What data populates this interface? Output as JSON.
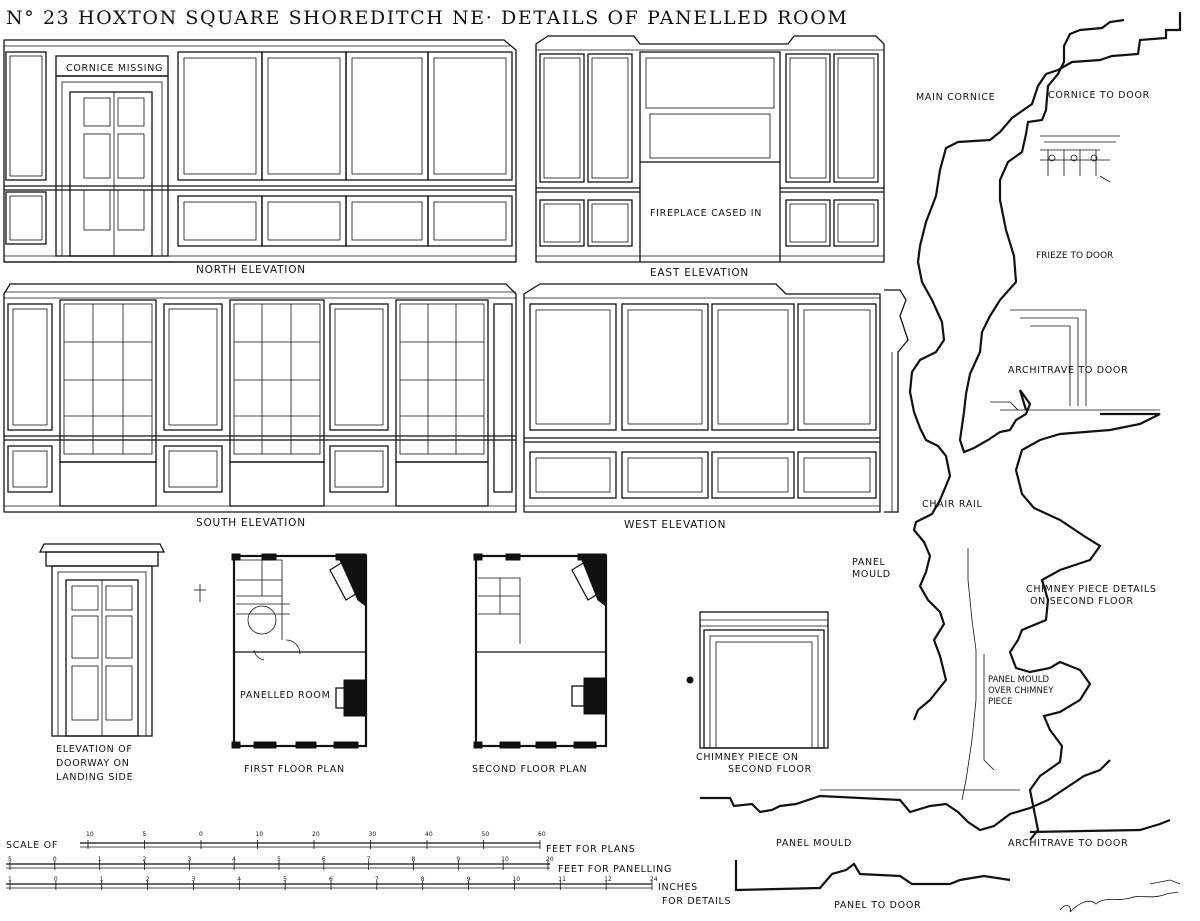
{
  "title": "N° 23 HOXTON   SQUARE   SHOREDITCH NE·   DETAILS OF PANELLED ROOM",
  "elevations": {
    "north": "NORTH ELEVATION",
    "east": "EAST ELEVATION",
    "south": "SOUTH ELEVATION",
    "west": "WEST ELEVATION",
    "cornice_missing": "CORNICE MISSING",
    "fireplace_cased": "FIREPLACE CASED IN"
  },
  "details": {
    "main_cornice": "MAIN CORNICE",
    "cornice_to_door": "CORNICE TO DOOR",
    "frieze_to_door": "FRIEZE TO DOOR",
    "architrave_to_door_upper": "ARCHITRAVE TO DOOR",
    "chair_rail": "CHAIR RAIL",
    "panel_mould_side_1": "PANEL",
    "panel_mould_side_2": "MOULD",
    "chimney_details_1": "CHIMNEY PIECE DETAILS",
    "chimney_details_2": "ON SECOND FLOOR",
    "panel_mould_over_1": "PANEL MOULD",
    "panel_mould_over_2": "OVER CHIMNEY",
    "panel_mould_over_3": "PIECE",
    "panel_mould_bottom": "PANEL MOULD",
    "architrave_to_door_lower": "ARCHITRAVE TO DOOR",
    "panel_to_door": "PANEL TO DOOR"
  },
  "plans": {
    "doorway_1": "ELEVATION OF",
    "doorway_2": "DOORWAY ON",
    "doorway_3": "LANDING SIDE",
    "first_floor": "FIRST FLOOR PLAN",
    "panelled_room": "PANELLED ROOM",
    "second_floor": "SECOND FLOOR PLAN",
    "chimney_1": "CHIMNEY PIECE ON",
    "chimney_2": "SECOND FLOOR"
  },
  "scales": {
    "scale_of": "SCALE OF",
    "feet_plans": "FEET FOR PLANS",
    "feet_panelling": "FEET FOR PANELLING",
    "inches_1": "INCHES",
    "inches_2": "FOR DETAILS",
    "plan_ticks": [
      "10",
      "5",
      "0",
      "10",
      "20",
      "30",
      "40",
      "50",
      "60"
    ],
    "panel_ticks": [
      "5",
      "0",
      "1",
      "2",
      "3",
      "4",
      "5",
      "6",
      "7",
      "8",
      "9",
      "10",
      "20"
    ],
    "detail_ticks": [
      "1",
      "0",
      "1",
      "2",
      "3",
      "4",
      "5",
      "6",
      "7",
      "8",
      "9",
      "10",
      "11",
      "12",
      "24"
    ]
  }
}
